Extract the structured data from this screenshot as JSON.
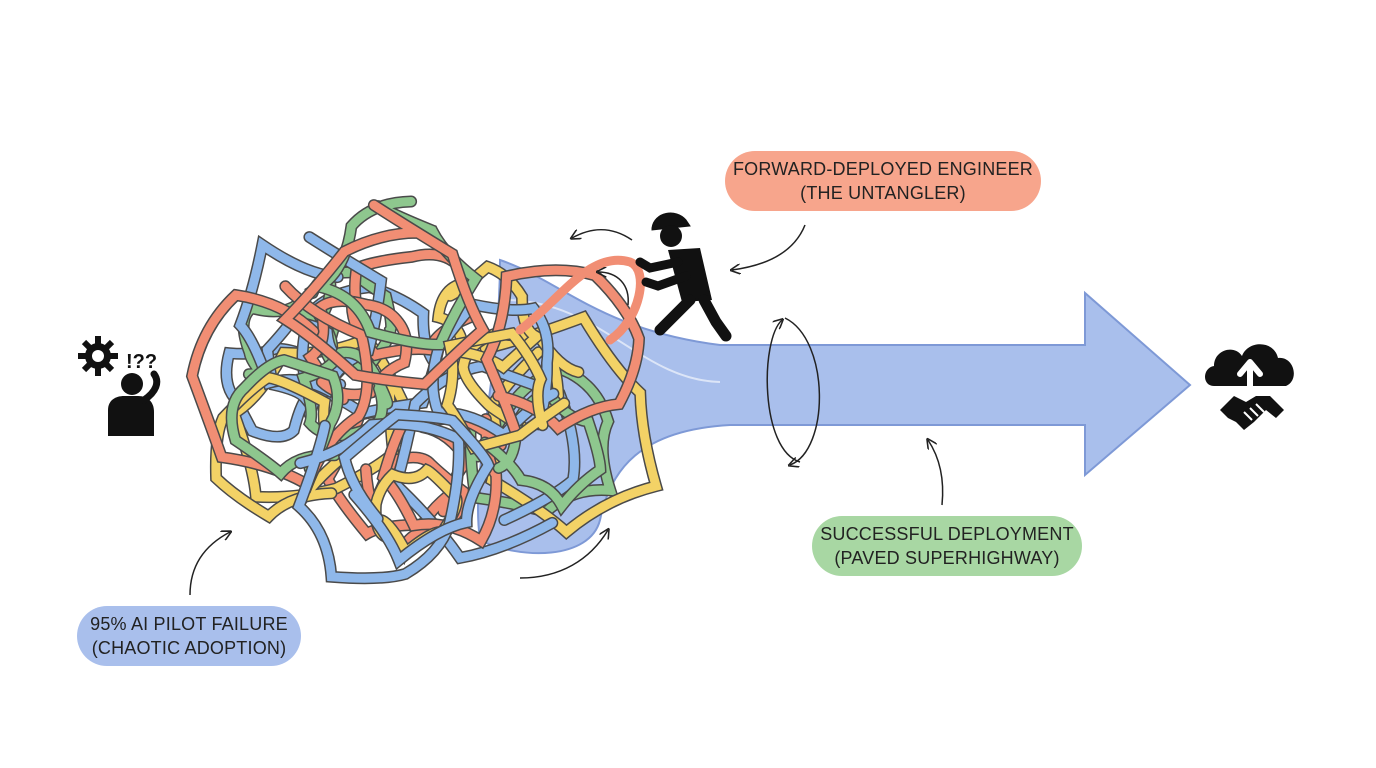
{
  "colors": {
    "tangle": [
      "#8FB8EA",
      "#F18E74",
      "#8EC78E",
      "#F3D266"
    ],
    "highway": "#A9BFEC",
    "highway_stroke": "#7E99D6",
    "ink": "#222222"
  },
  "labels": {
    "engineer": {
      "line1": "FORWARD-DEPLOYED ENGINEER",
      "line2": "(THE UNTANGLER)",
      "color": "#F7A58C"
    },
    "deployment": {
      "line1": "SUCCESSFUL DEPLOYMENT",
      "line2": "(PAVED SUPERHIGHWAY)",
      "color": "#A8D7A3"
    },
    "failure": {
      "line1": "95% AI PILOT FAILURE",
      "line2": "(CHAOTIC ADOPTION)",
      "color": "#A9BFEC"
    }
  },
  "icons": {
    "start": "confused-person-with-gear-icon",
    "start_marks": "!??",
    "worker": "worker-pushing-icon",
    "end": "cloud-upload-handshake-icon"
  }
}
